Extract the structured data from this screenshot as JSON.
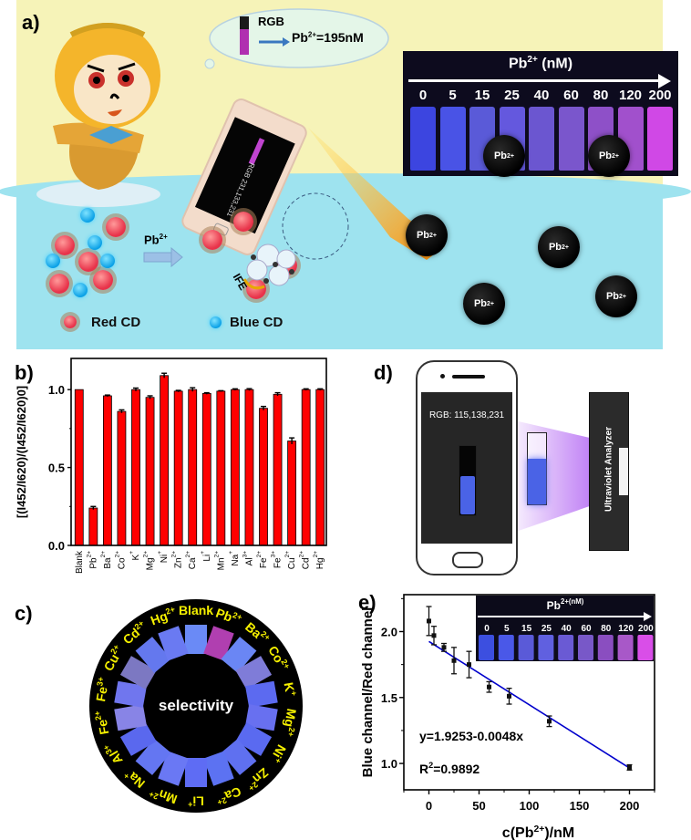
{
  "figure": {
    "panel_labels": {
      "a": "a)",
      "b": "b)",
      "c": "c)",
      "d": "d)",
      "e": "e)"
    }
  },
  "panel_a": {
    "thought_bubble": {
      "rgb_label": "RGB",
      "result_prefix": "Pb",
      "result_sup": "2+",
      "result_suffix": "=195nM"
    },
    "phone_screen_text": "RGB 231,133,231",
    "tube_strip": {
      "title_prefix": "Pb",
      "title_sup": "2+",
      "title_suffix": " (nM)",
      "concentrations": [
        "0",
        "5",
        "15",
        "25",
        "40",
        "60",
        "80",
        "120",
        "200"
      ],
      "tube_colors": [
        "#3c45e0",
        "#4953e6",
        "#5a5ad8",
        "#6458de",
        "#6b56d0",
        "#7a56cc",
        "#8e50c8",
        "#a150cc",
        "#d048e6"
      ]
    },
    "reaction_arrow_label_prefix": "Pb",
    "reaction_arrow_label_sup": "2+",
    "ife_label": "IFE",
    "ion_label": "Pb",
    "ion_label_sup": "2+",
    "legend": {
      "red": "Red CD",
      "blue": "Blue CD"
    }
  },
  "panel_c": {
    "center_label": "selectivity",
    "ions": [
      {
        "label": "Blank",
        "color": "#6a8af6"
      },
      {
        "label": "Pb2+",
        "color": "#b03fb0"
      },
      {
        "label": "Ba2+",
        "color": "#6a86f4"
      },
      {
        "label": "Co2+",
        "color": "#7f7cd8"
      },
      {
        "label": "K+",
        "color": "#5c6af0"
      },
      {
        "label": "Mg2+",
        "color": "#6870f0"
      },
      {
        "label": "Ni+",
        "color": "#5a6af0"
      },
      {
        "label": "Zn2+",
        "color": "#5f70f0"
      },
      {
        "label": "Ca2+",
        "color": "#5c72f2"
      },
      {
        "label": "Li+",
        "color": "#5e6cf4"
      },
      {
        "label": "Mn2+",
        "color": "#6a78f4"
      },
      {
        "label": "Na+",
        "color": "#6476f2"
      },
      {
        "label": "Al3+",
        "color": "#5a68ee"
      },
      {
        "label": "Fe2+",
        "color": "#8884e6"
      },
      {
        "label": "Fe3+",
        "color": "#7076ee"
      },
      {
        "label": "Cu2+",
        "color": "#7c78c2"
      },
      {
        "label": "Cd2+",
        "color": "#6478ee"
      },
      {
        "label": "Hg2+",
        "color": "#6a7af2"
      }
    ]
  },
  "panel_d": {
    "phone_text": "RGB: 115,138,231",
    "device_label": "Ultraviolet Analyzer",
    "cuvette_color": "#4a63e6",
    "beam_color": "#a040f0"
  },
  "chart_data": [
    {
      "id": "b",
      "type": "bar",
      "title": "",
      "xlabel": "",
      "ylabel": "[(I452/I620)/(I452/I620)0]",
      "ylim": [
        0,
        1.2
      ],
      "yticks": [
        0.0,
        0.5,
        1.0
      ],
      "ytick_labels": [
        "0.0",
        "0.5",
        "1.0"
      ],
      "categories": [
        "Blank",
        "Pb",
        "Ba",
        "Co",
        "K",
        "Mg",
        "Ni",
        "Zn",
        "Ca",
        "Li",
        "Mn",
        "Na",
        "Al",
        "Fe",
        "Fe",
        "Cu",
        "Cd",
        "Hg"
      ],
      "category_sups": [
        "",
        "2+",
        "2+",
        "2+",
        "+",
        "2+",
        "+",
        "2+",
        "2+",
        "+",
        "2+",
        "+",
        "3+",
        "2+",
        "3+",
        "2+",
        "2+",
        "2+"
      ],
      "values": [
        1.0,
        0.24,
        0.96,
        0.86,
        1.0,
        0.95,
        1.09,
        0.99,
        1.0,
        0.975,
        0.99,
        1.0,
        1.0,
        0.88,
        0.97,
        0.67,
        1.0,
        1.0
      ],
      "errors": [
        0.0,
        0.01,
        0.005,
        0.01,
        0.01,
        0.01,
        0.015,
        0.005,
        0.012,
        0.005,
        0.003,
        0.005,
        0.006,
        0.012,
        0.01,
        0.02,
        0.005,
        0.005
      ],
      "bar_color": "#ff0000",
      "grid": false,
      "legend": "none"
    },
    {
      "id": "e",
      "type": "scatter",
      "title": "",
      "xlabel_prefix": "c(Pb",
      "xlabel_sup": "2+",
      "xlabel_suffix": ")/nM",
      "ylabel": "Blue channel/Red channel",
      "xlim": [
        -25,
        225
      ],
      "ylim": [
        0.8,
        2.28
      ],
      "xticks": [
        0,
        50,
        100,
        150,
        200
      ],
      "xtick_labels": [
        "0",
        "50",
        "100",
        "150",
        "200"
      ],
      "yticks": [
        1.0,
        1.5,
        2.0
      ],
      "ytick_labels": [
        "1.0",
        "1.5",
        "2.0"
      ],
      "x": [
        0,
        5,
        15,
        25,
        40,
        60,
        80,
        120,
        200
      ],
      "y": [
        2.08,
        1.97,
        1.88,
        1.78,
        1.75,
        1.58,
        1.51,
        1.32,
        0.97
      ],
      "yerr": [
        0.11,
        0.07,
        0.03,
        0.1,
        0.1,
        0.04,
        0.06,
        0.04,
        0.02
      ],
      "fit": {
        "intercept": 1.9253,
        "slope": -0.0048,
        "x_range": [
          0,
          200
        ],
        "color": "#0000cc"
      },
      "equation": "y=1.9253-0.0048x",
      "r2_prefix": "R",
      "r2_sup": "2",
      "r2_suffix": "=0.9892",
      "marker_color": "#111111",
      "inset": {
        "title_prefix": "Pb",
        "title_sup": "2+",
        "title_suffix": "(nM)",
        "concentrations": [
          "0",
          "5",
          "15",
          "25",
          "40",
          "60",
          "80",
          "120",
          "200"
        ],
        "tube_colors": [
          "#3c4fe0",
          "#4a58e8",
          "#5a5ad8",
          "#6060e0",
          "#6a5ad4",
          "#7858c8",
          "#8a4ec0",
          "#a858c8",
          "#d94ee8"
        ]
      },
      "grid": false,
      "legend": "none"
    }
  ]
}
